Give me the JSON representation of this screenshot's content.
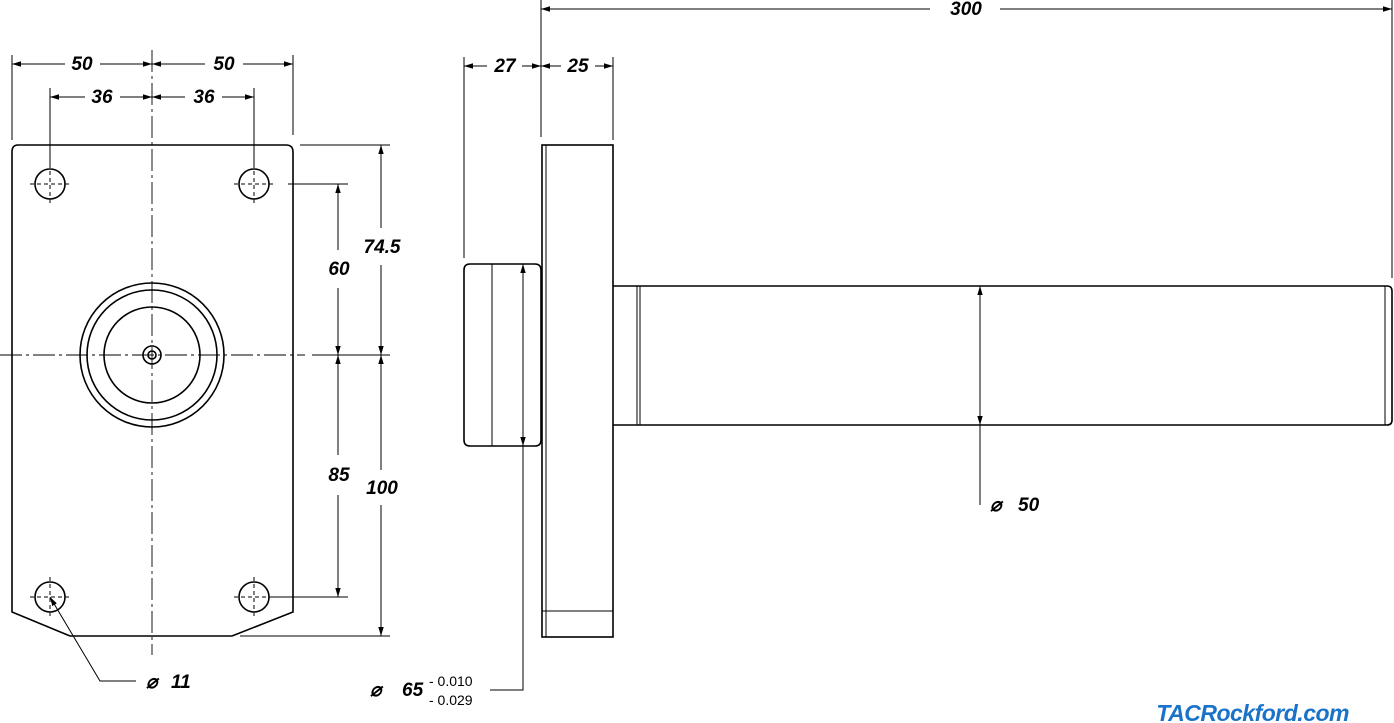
{
  "dimensions": {
    "top_left_half": "50",
    "top_right_half": "50",
    "hole_left": "36",
    "hole_right": "36",
    "upper_total": "74.5",
    "upper_holes": "60",
    "lower_holes": "85",
    "lower_total": "100",
    "overall_length": "300",
    "pilot_length": "27",
    "flange_thickness": "25",
    "shaft_dia_symbol": "⌀",
    "shaft_dia": "50",
    "hole_dia_symbol": "⌀",
    "hole_dia": "11",
    "pilot_dia_symbol": "⌀",
    "pilot_dia": "65",
    "pilot_tol_upper": "- 0.010",
    "pilot_tol_lower": "- 0.029"
  },
  "brand": {
    "text": "TACRockford.com",
    "color": "#1a73c9"
  }
}
